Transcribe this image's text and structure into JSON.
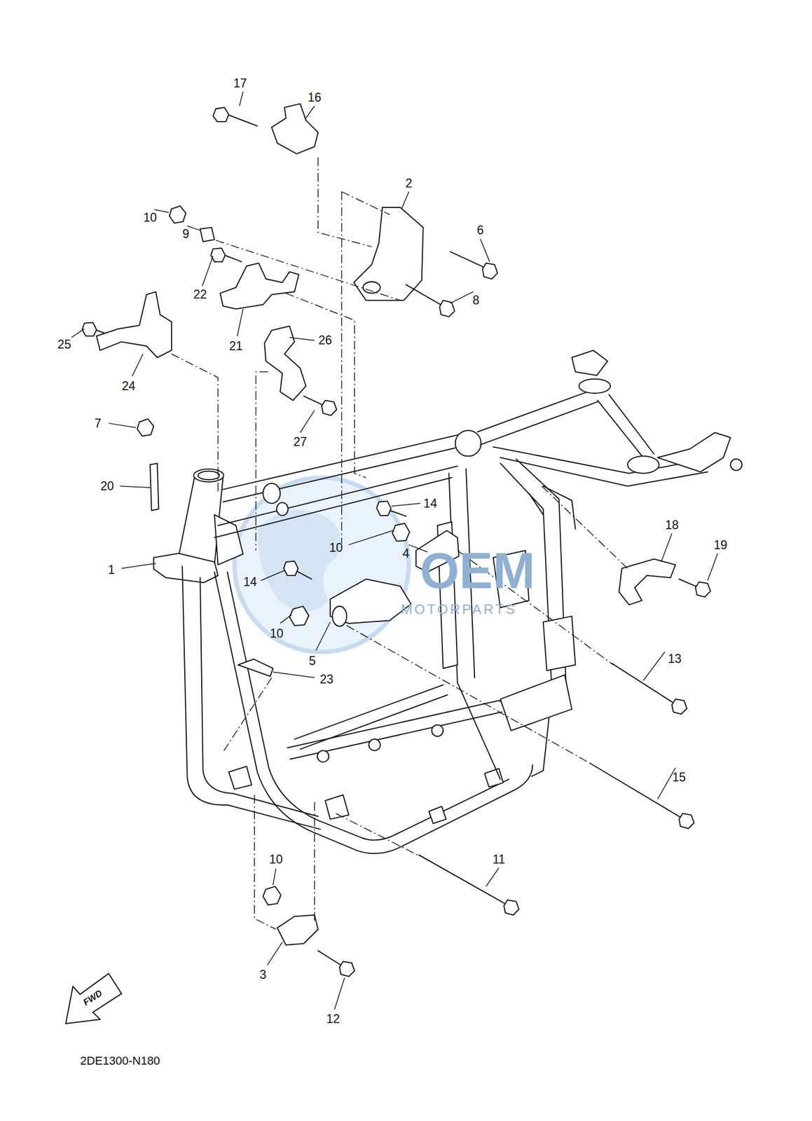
{
  "diagram": {
    "labels": [
      "17",
      "16",
      "2",
      "10",
      "9",
      "6",
      "22",
      "8",
      "26",
      "21",
      "25",
      "24",
      "7",
      "27",
      "20",
      "14",
      "18",
      "19",
      "10",
      "4",
      "1",
      "14",
      "10",
      "13",
      "5",
      "23",
      "15",
      "10",
      "11",
      "3",
      "12",
      "FWD",
      "2DE1300-N180",
      "OEM",
      "MOTORPARTS"
    ]
  }
}
